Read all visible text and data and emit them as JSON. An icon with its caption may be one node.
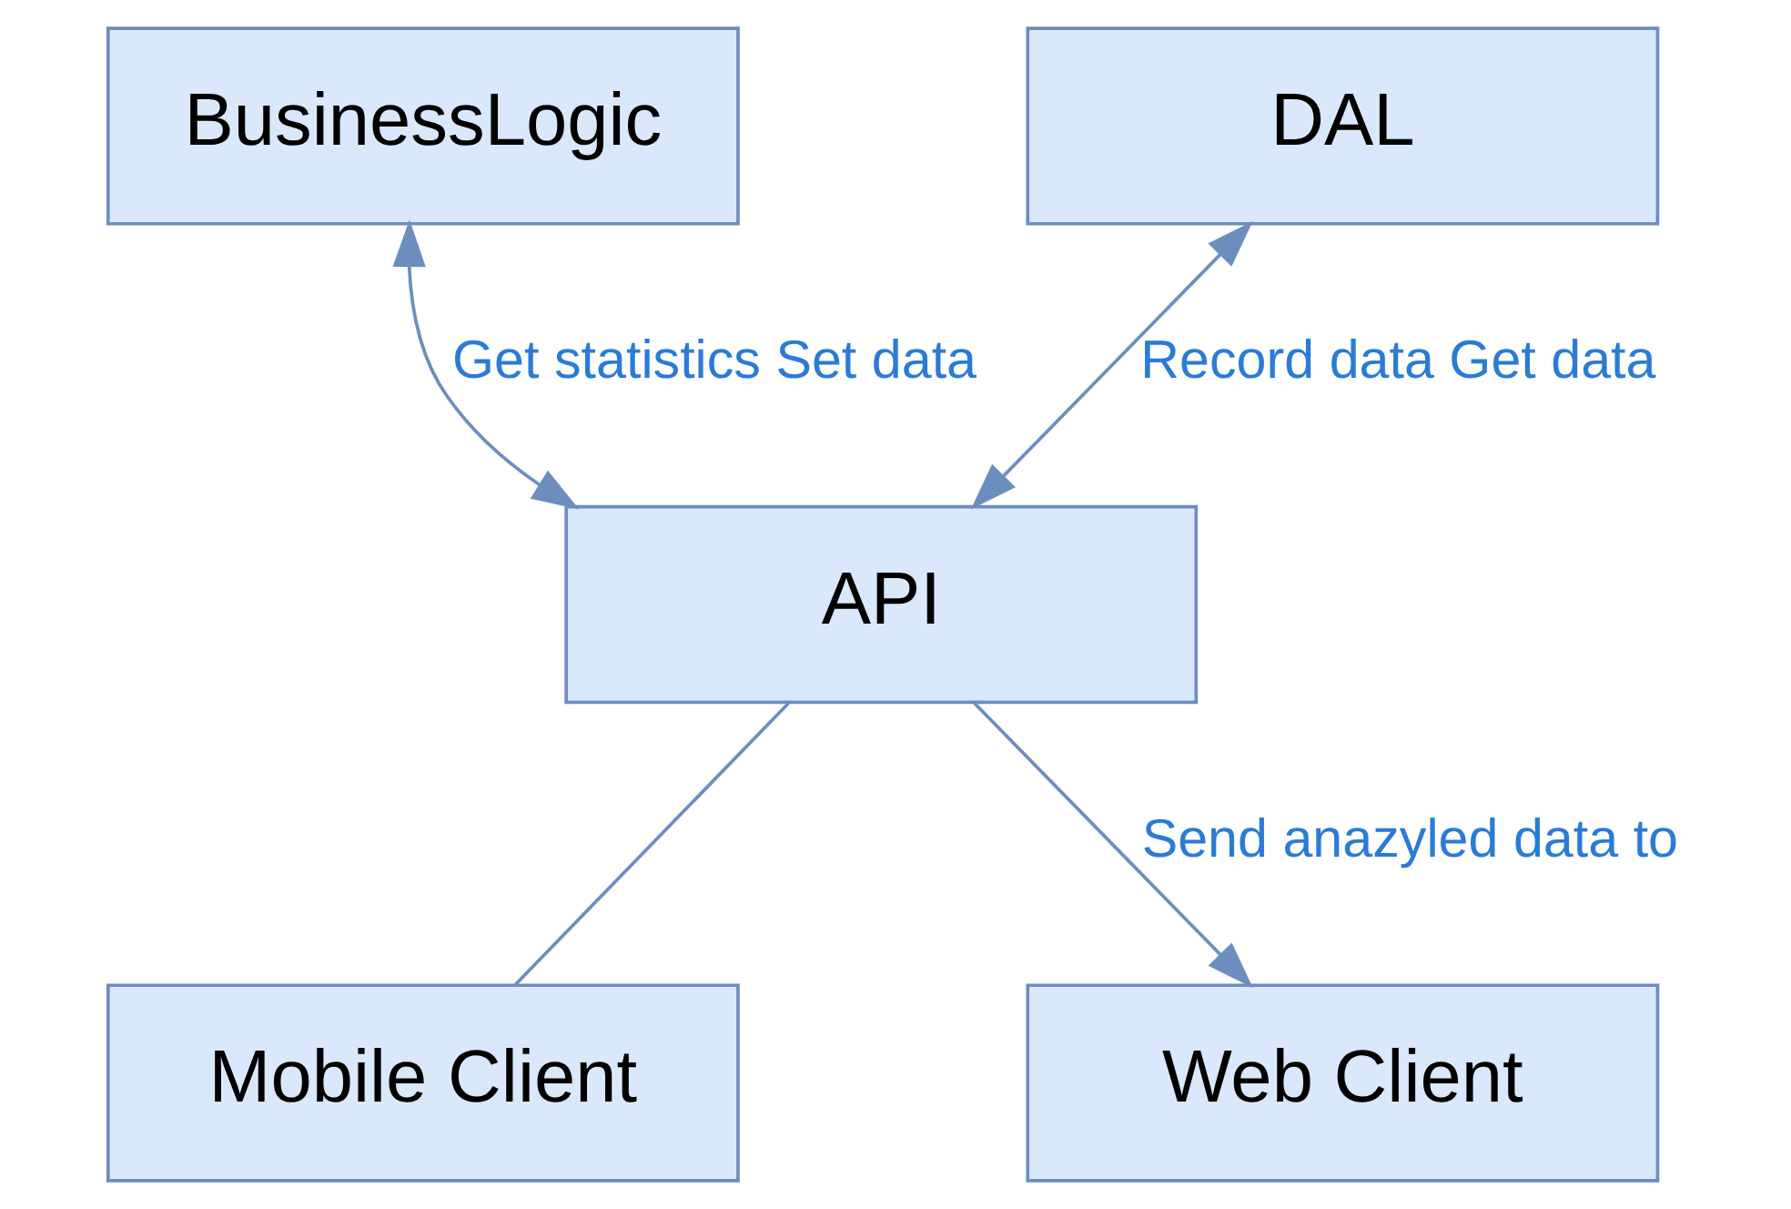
{
  "diagram": {
    "nodes": [
      {
        "text": [
          "Mobile Client"
        ]
      },
      {
        "text": [
          "Web Client"
        ]
      },
      {
        "text": [
          "BusinessLogic"
        ]
      },
      {
        "text": [
          "API"
        ]
      },
      {
        "text": [
          "DAL"
        ]
      }
    ],
    "edges": [
      {
        "from": 3,
        "to": 0,
        "arrow": "none"
      },
      {
        "from": 3,
        "to": 1,
        "arrow": "to",
        "label": "Send anazyled data to"
      },
      {
        "from": 2,
        "to": 3,
        "arrow": "both",
        "label": "Get statistics Set data"
      },
      {
        "from": 4,
        "to": 3,
        "arrow": "both",
        "label": "Record data Get data"
      }
    ]
  }
}
